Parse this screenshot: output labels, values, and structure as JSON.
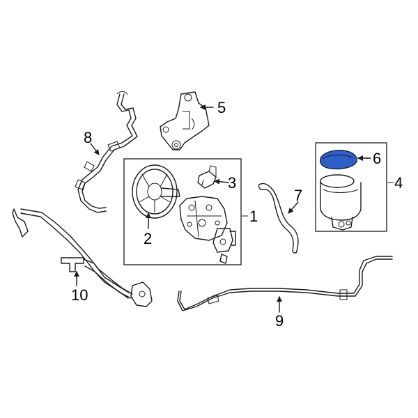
{
  "diagram": {
    "callouts": {
      "c1": "1",
      "c2": "2",
      "c3": "3",
      "c4": "4",
      "c5": "5",
      "c6": "6",
      "c7": "7",
      "c8": "8",
      "c9": "9",
      "c10": "10"
    },
    "highlight_color": "#2f5fc8",
    "line_color": "#1a1a1a"
  }
}
